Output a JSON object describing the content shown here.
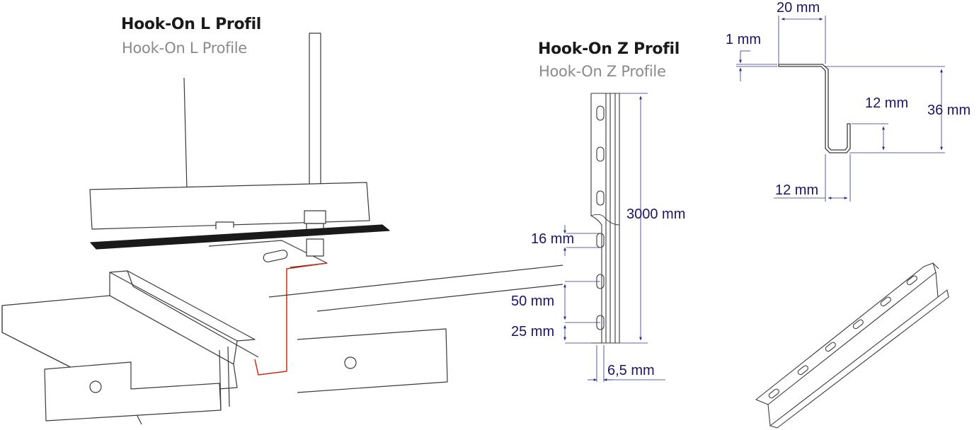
{
  "l_profile": {
    "title": "Hook-On L Profil",
    "subtitle": "Hook-On L Profile"
  },
  "z_profile": {
    "title": "Hook-On Z Profil",
    "subtitle": "Hook-On Z Profile",
    "dimensions": {
      "length": "3000 mm",
      "slot_height": "16 mm",
      "slot_pitch": "50 mm",
      "slot_offset": "25 mm",
      "slot_inset": "6,5 mm"
    }
  },
  "z_section": {
    "dimensions": {
      "top_flange": "20 mm",
      "thickness": "1 mm",
      "lip_height": "12 mm",
      "total_height": "36 mm",
      "bottom_flange": "12 mm"
    }
  },
  "colors": {
    "dimension_text": "#1c1466",
    "dimension_line": "#2c2f8a",
    "highlight": "#d62818",
    "line": "#3a3a3a"
  }
}
